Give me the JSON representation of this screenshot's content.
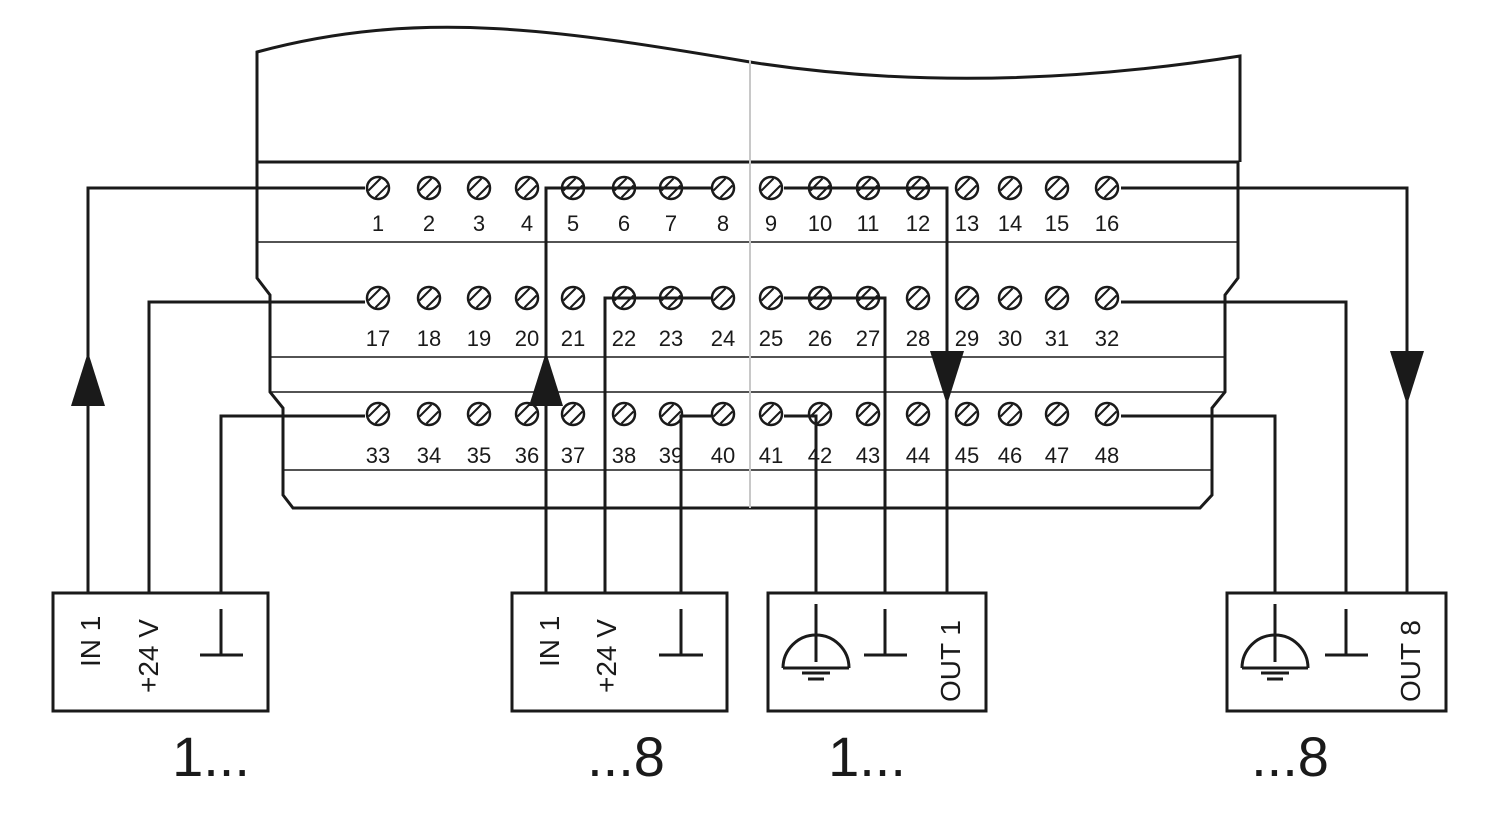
{
  "terminals": {
    "row1": [
      "1",
      "2",
      "3",
      "4",
      "5",
      "6",
      "7",
      "8",
      "9",
      "10",
      "11",
      "12",
      "13",
      "14",
      "15",
      "16"
    ],
    "row2": [
      "17",
      "18",
      "19",
      "20",
      "21",
      "22",
      "23",
      "24",
      "25",
      "26",
      "27",
      "28",
      "29",
      "30",
      "31",
      "32"
    ],
    "row3": [
      "33",
      "34",
      "35",
      "36",
      "37",
      "38",
      "39",
      "40",
      "41",
      "42",
      "43",
      "44",
      "45",
      "46",
      "47",
      "48"
    ]
  },
  "devices": {
    "input_first": {
      "in": "IN 1",
      "supply": "+24 V",
      "caption": "1..."
    },
    "input_last": {
      "in": "IN 1",
      "supply": "+24 V",
      "caption": "...8"
    },
    "output_first": {
      "out": "OUT 1",
      "caption": "1..."
    },
    "output_last": {
      "out": "OUT 8",
      "caption": "...8"
    }
  },
  "colors": {
    "line": "#1a1a1a",
    "divider": "#c8c8c8"
  }
}
